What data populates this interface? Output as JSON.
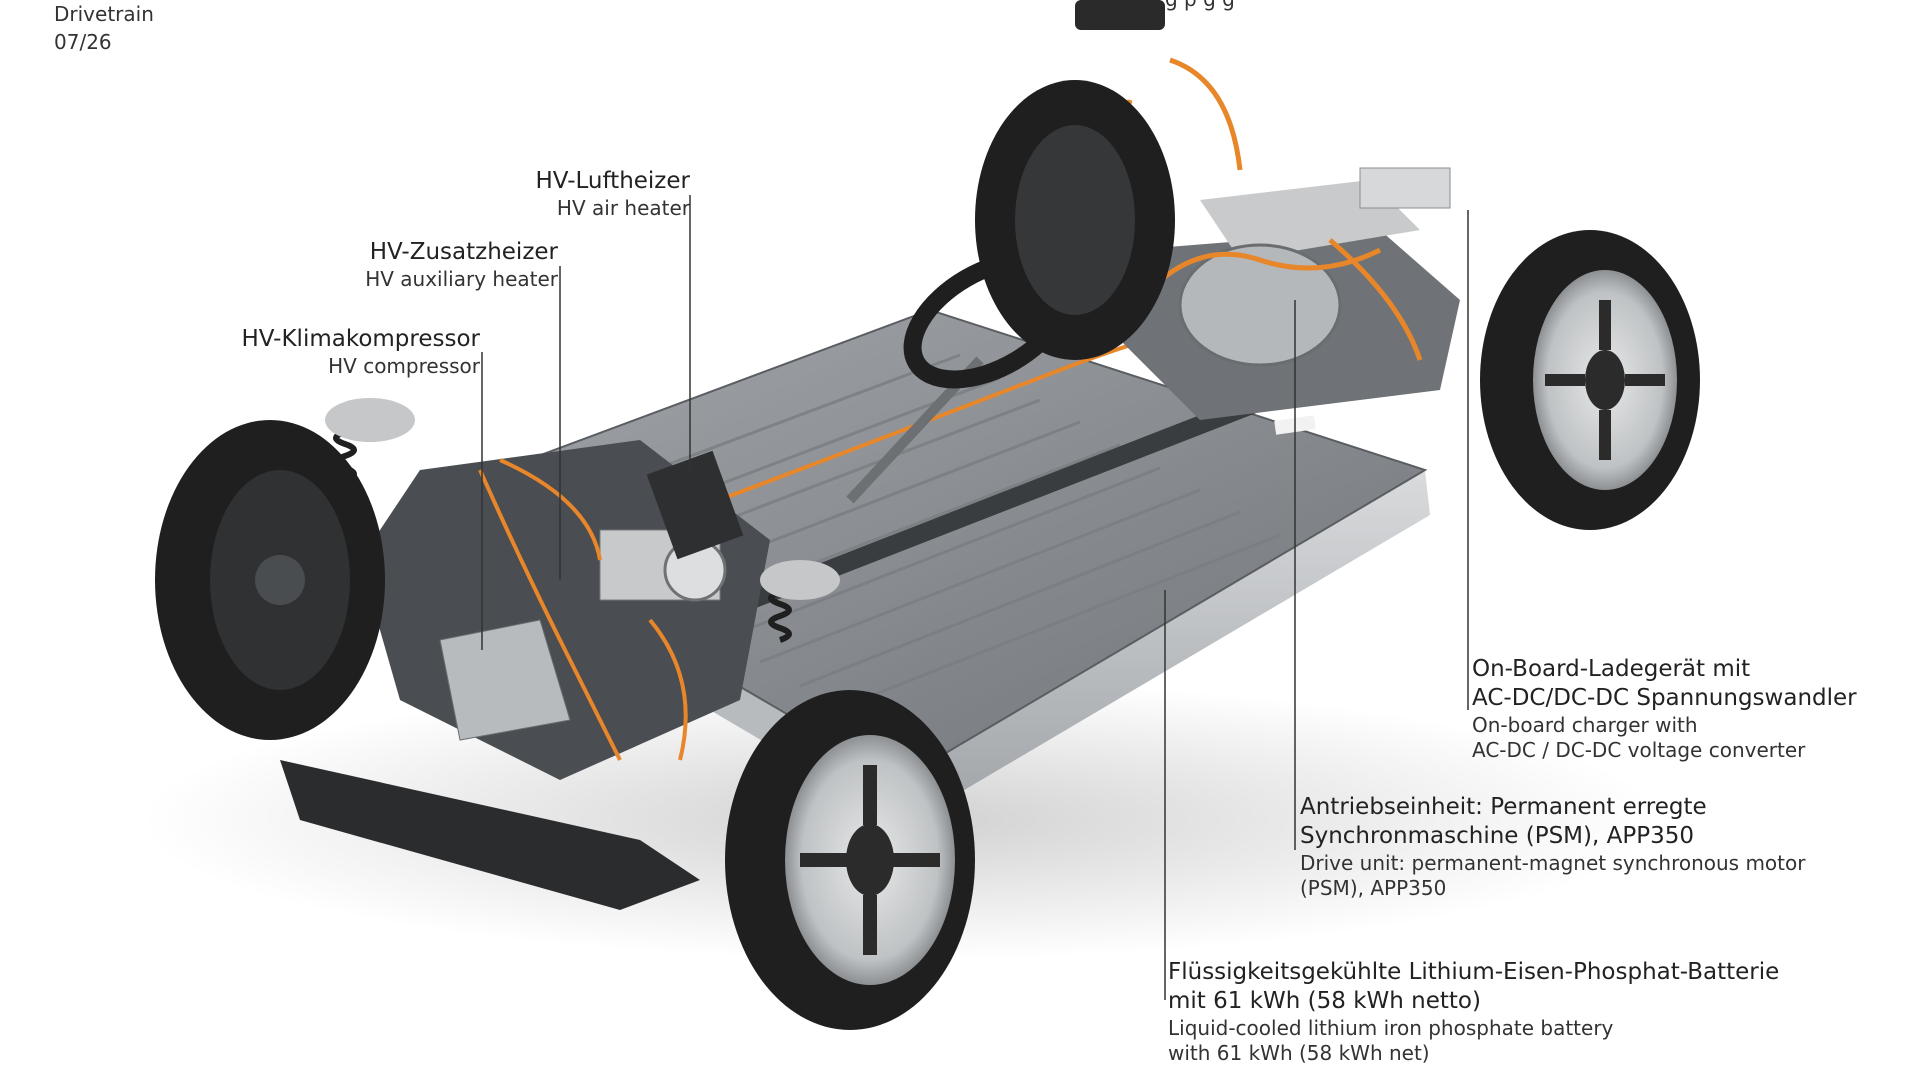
{
  "header": {
    "title": "Drivetrain",
    "page": "07/26"
  },
  "top_cut_text": "g p        g g",
  "labels": {
    "luftheizer": {
      "de": "HV-Luftheizer",
      "en": "HV air heater"
    },
    "zusatzheizer": {
      "de": "HV-Zusatzheizer",
      "en": "HV auxiliary heater"
    },
    "klimakompressor": {
      "de": "HV-Klimakompressor",
      "en": "HV compressor"
    },
    "ladegeraet": {
      "de1": "On-Board-Ladegerät mit",
      "de2": "AC-DC/DC-DC Spannungswandler",
      "en1": "On-board charger with",
      "en2": "AC-DC / DC-DC  voltage converter"
    },
    "antrieb": {
      "de1": "Antriebseinheit: Permanent erregte",
      "de2": "Synchronmaschine (PSM), APP350",
      "en1": "Drive unit: permanent-magnet synchronous motor",
      "en2": "(PSM), APP350"
    },
    "batterie": {
      "de1": "Flüssigkeitsgekühlte Lithium-Eisen-Phosphat-Batterie",
      "de2": "mit 61 kWh (58 kWh netto)",
      "en1": "Liquid-cooled lithium iron phosphate battery",
      "en2": "with 61 kWh (58 kWh net)"
    }
  },
  "colors": {
    "cable": "#e8862a",
    "tire": "#1f1f1f",
    "rim": "#c9cbcd",
    "battery": "#8e9296",
    "leader": "#333333"
  }
}
